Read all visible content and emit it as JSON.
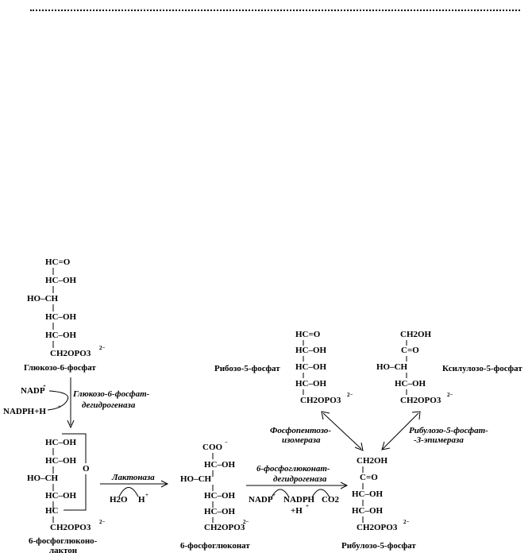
{
  "compounds": {
    "g6p": {
      "lines": [
        "HC=O",
        "HC–OH",
        "HO–CH",
        "HC–OH",
        "HC–OH",
        "CH2OPO3"
      ],
      "name": "Глюкозо-6-фосфат"
    },
    "lactone": {
      "lines": [
        "HC–OH",
        "HC–OH",
        "HO–CH",
        "HC–OH",
        "HC",
        "CH2OPO3"
      ],
      "ring_o": "O",
      "name_line1": "6-фосфоглюконо-",
      "name_line2": "лактон"
    },
    "gluconate": {
      "lines": [
        "COO",
        "HC–OH",
        "HO–CH",
        "HC–OH",
        "HC–OH",
        "CH2OPO3"
      ],
      "name": "6-фосфоглюконат"
    },
    "ribulose": {
      "lines": [
        "CH2OH",
        "C=O",
        "HC–OH",
        "HC–OH",
        "CH2OPO3"
      ],
      "name": "Рибулозо-5-фосфат"
    },
    "ribose": {
      "lines": [
        "HC=O",
        "HC–OH",
        "HC–OH",
        "HC–OH",
        "CH2OPO3"
      ],
      "name": "Рибозо-5-фосфат"
    },
    "xylulose": {
      "lines": [
        "CH2OH",
        "C=O",
        "HO–CH",
        "HC–OH",
        "CH2OPO3"
      ],
      "name": "Ксилулозо-5-фосфат"
    }
  },
  "enzymes": {
    "g6pdh_1": "Глюкозо-6-фосфат-",
    "g6pdh_2": "дегидрогеназа",
    "lactonase": "Лактоназа",
    "6pgdh_1": "6-фосфоглюконат-",
    "6pgdh_2": "дегидрогеназа",
    "isomerase_1": "Фосфопентозо-",
    "isomerase_2": "изомераза",
    "epimerase_1": "Рибулозо-5-фосфат-",
    "epimerase_2": "-3-эпимераза"
  },
  "cofactors": {
    "nadp": "NADP",
    "nadph": "NADPH",
    "h_plus": "+H",
    "h2o": "H2O",
    "h": "H",
    "co2": "CO2",
    "plus": "+",
    "minus": "−",
    "two_minus": "2−",
    "nadph_h": "NADPH+H"
  }
}
